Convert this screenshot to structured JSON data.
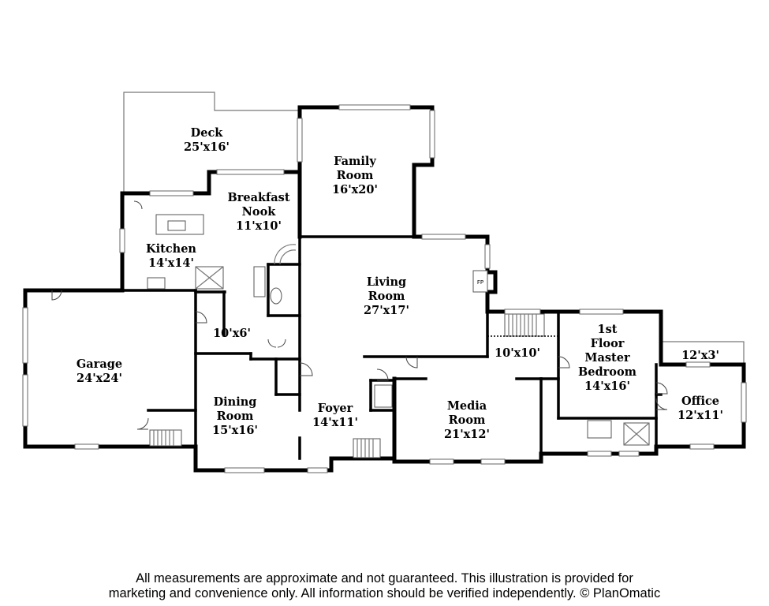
{
  "rooms": [
    {
      "id": "deck",
      "lines": [
        "Deck",
        "25'x16'"
      ]
    },
    {
      "id": "family-room",
      "lines": [
        "Family",
        "Room",
        "16'x20'"
      ]
    },
    {
      "id": "breakfast-nook",
      "lines": [
        "Breakfast",
        "Nook",
        "11'x10'"
      ]
    },
    {
      "id": "kitchen",
      "lines": [
        "Kitchen",
        "14'x14'"
      ]
    },
    {
      "id": "living-room",
      "lines": [
        "Living",
        "Room",
        "27'x17'"
      ]
    },
    {
      "id": "garage",
      "lines": [
        "Garage",
        "24'x24'"
      ]
    },
    {
      "id": "hall-a",
      "lines": [
        "10'x6'"
      ]
    },
    {
      "id": "dining-room",
      "lines": [
        "Dining",
        "Room",
        "15'x16'"
      ]
    },
    {
      "id": "foyer",
      "lines": [
        "Foyer",
        "14'x11'"
      ]
    },
    {
      "id": "media-room",
      "lines": [
        "Media",
        "Room",
        "21'x12'"
      ]
    },
    {
      "id": "hall-b",
      "lines": [
        "10'x10'"
      ]
    },
    {
      "id": "master-bedroom",
      "lines": [
        "1st",
        "Floor",
        "Master",
        "Bedroom",
        "14'x16'"
      ]
    },
    {
      "id": "porch",
      "lines": [
        "12'x3'"
      ]
    },
    {
      "id": "office",
      "lines": [
        "Office",
        "12'x11'"
      ]
    }
  ],
  "fixtures": {
    "fireplace": "FP"
  },
  "disclaimer": {
    "line1": "All measurements are approximate and not guaranteed. This illustration is provided for",
    "line2": "marketing and convenience only. All information should be verified independently. © PlanOmatic"
  }
}
